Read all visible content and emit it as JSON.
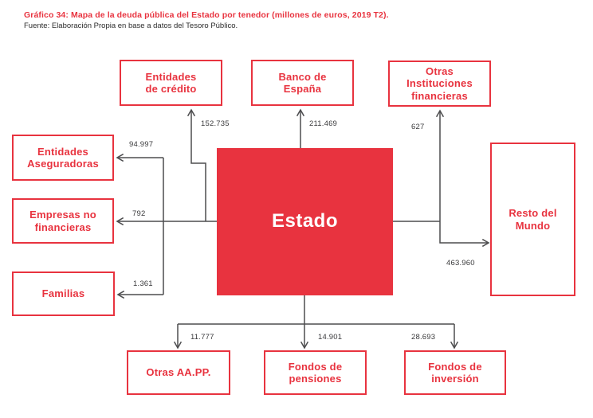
{
  "header": {
    "title": "Gráfico 34: Mapa de la deuda pública del Estado por tenedor (millones de euros, 2019 T2).",
    "source": "Fuente: Elaboración Propia en base a datos del Tesoro Público."
  },
  "colors": {
    "accent_red": "#e8333f",
    "line_gray": "#4d4d4f",
    "value_text": "#3a3a3c"
  },
  "diagram": {
    "unit": "millones de euros",
    "period": "2019 T2",
    "center": {
      "label": "Estado"
    },
    "nodes": [
      {
        "id": "entidades-de-credito",
        "label": "Entidades\nde crédito",
        "value": "152.735"
      },
      {
        "id": "banco-de-espana",
        "label": "Banco de\nEspaña",
        "value": "211.469"
      },
      {
        "id": "otras-instituciones-financieras",
        "label": "Otras\nInstituciones\nfinancieras",
        "value": "627"
      },
      {
        "id": "entidades-aseguradoras",
        "label": "Entidades\nAseguradoras",
        "value": "94.997"
      },
      {
        "id": "empresas-no-financieras",
        "label": "Empresas no\nfinancieras",
        "value": "792"
      },
      {
        "id": "familias",
        "label": "Familias",
        "value": "1.361"
      },
      {
        "id": "resto-del-mundo",
        "label": "Resto del\nMundo",
        "value": "463.960"
      },
      {
        "id": "otras-aapp",
        "label": "Otras AA.PP.",
        "value": "11.777"
      },
      {
        "id": "fondos-de-pensiones",
        "label": "Fondos de\npensiones",
        "value": "14.901"
      },
      {
        "id": "fondos-de-inversion",
        "label": "Fondos de\ninversión",
        "value": "28.693"
      }
    ]
  }
}
